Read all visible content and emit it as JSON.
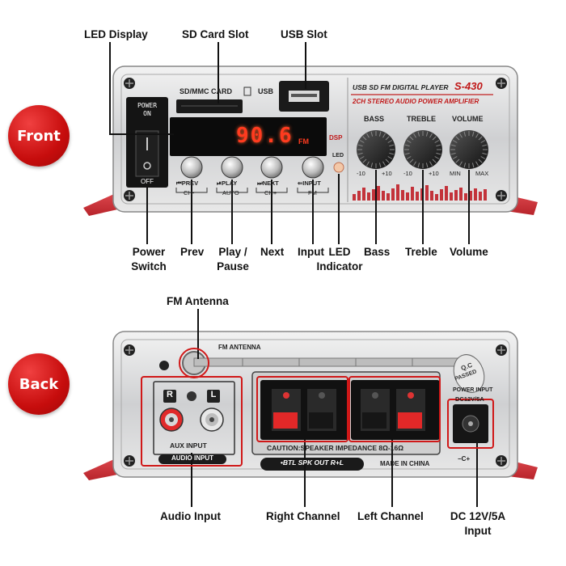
{
  "badges": {
    "front": "Front",
    "back": "Back"
  },
  "front_callouts": {
    "led_display": "LED Display",
    "sd_card_slot": "SD Card Slot",
    "usb_slot": "USB Slot",
    "power_switch": "Power\nSwitch",
    "prev": "Prev",
    "play_pause": "Play /\nPause",
    "next": "Next",
    "input": "Input",
    "led_indicator": "LED\nIndicator",
    "bass": "Bass",
    "treble": "Treble",
    "volume": "Volume"
  },
  "back_callouts": {
    "fm_antenna": "FM Antenna",
    "audio_input": "Audio Input",
    "right_channel": "Right Channel",
    "left_channel": "Left Channel",
    "dc_power": "DC 12V/5A\nInput"
  },
  "front_panel": {
    "sd_label": "SD/MMC CARD",
    "usb_label": "USB",
    "brand_line1": "USB SD FM DIGITAL PLAYER",
    "model": "S-430",
    "brand_line2": "2CH STEREO AUDIO POWER AMPLIFIER",
    "power_on": "POWER\nON",
    "power_off": "OFF",
    "display_value": "90.6",
    "display_unit": "FM",
    "dsp": "DSP",
    "led": "LED",
    "bass_label": "BASS",
    "treble_label": "TREBLE",
    "volume_label": "VOLUME",
    "bass_min": "-10",
    "bass_max": "+10",
    "treble_min": "-10",
    "treble_max": "+10",
    "volume_min": "MIN",
    "volume_max": "MAX",
    "btn_prev": "⏮PREV",
    "btn_prev_sub": "CH-",
    "btn_play": "⏯PLAY",
    "btn_play_sub": "AUTO",
    "btn_next": "⏭NEXT",
    "btn_next_sub": "CH+",
    "btn_input": "⇐INPUT",
    "btn_input_sub": "FM"
  },
  "back_panel": {
    "fm_antenna_label": "FM ANTENNA",
    "r": "R",
    "l": "L",
    "aux_input": "AUX INPUT",
    "audio_input": "AUDIO INPUT",
    "caution": "CAUTION:SPEAKER IMPEDANCE 8Ω-16Ω",
    "btl": "•BTL SPK OUT R+L",
    "made_in": "MADE IN CHINA",
    "power_input": "POWER INPUT",
    "dc_label": "DC12V/5A",
    "qc1": "Q.C",
    "qc2": "PASSED",
    "polarity": "−C+"
  }
}
